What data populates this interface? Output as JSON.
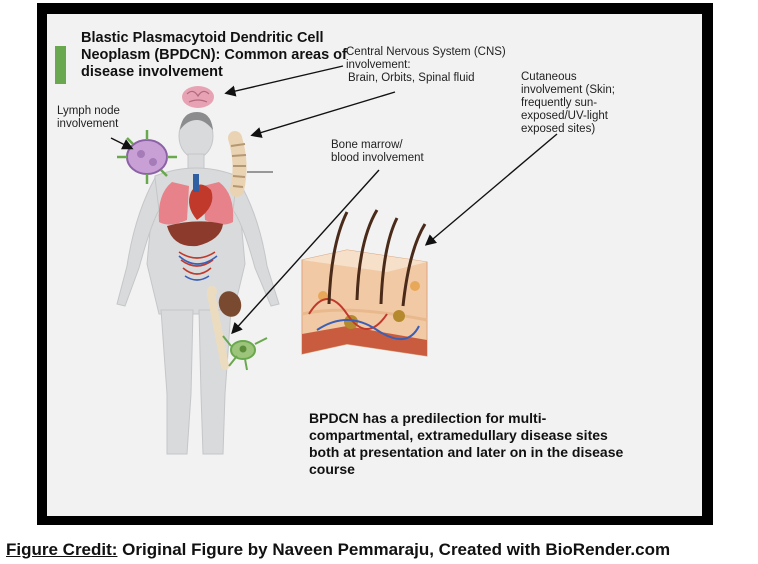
{
  "title": "Blastic Plasmacytoid Dendritic Cell Neoplasm (BPDCN): Common areas of disease involvement",
  "labels": {
    "cns_heading": "Central Nervous System (CNS) involvement:",
    "cns_detail": "Brain, Orbits, Spinal fluid",
    "lymph": "Lymph node involvement",
    "cutaneous": "Cutaneous involvement (Skin; frequently sun-exposed/UV-light exposed sites)",
    "bone_marrow": "Bone marrow/ blood involvement"
  },
  "note": "BPDCN has a predilection for multi-compartmental, extramedullary disease sites both at presentation and later on in the disease course",
  "credit": {
    "prefix": "Figure Credit:",
    "text": " Original Figure by Naveen Pemmaraju, Created with BioRender.com"
  },
  "colors": {
    "accent": "#6aa84f",
    "frame": "#000000",
    "panel": "#f2f2f2",
    "body": "#d9dadb",
    "heart": "#c0392b",
    "lungs": "#e8828a",
    "liver": "#8b3a2b",
    "skin_layer": "#f2c9a5"
  },
  "icons": [
    "brain-icon",
    "spine-icon",
    "lymph-node-icon",
    "bone-icon",
    "dendritic-cell-icon",
    "skin-cross-section-icon",
    "human-body-icon"
  ]
}
